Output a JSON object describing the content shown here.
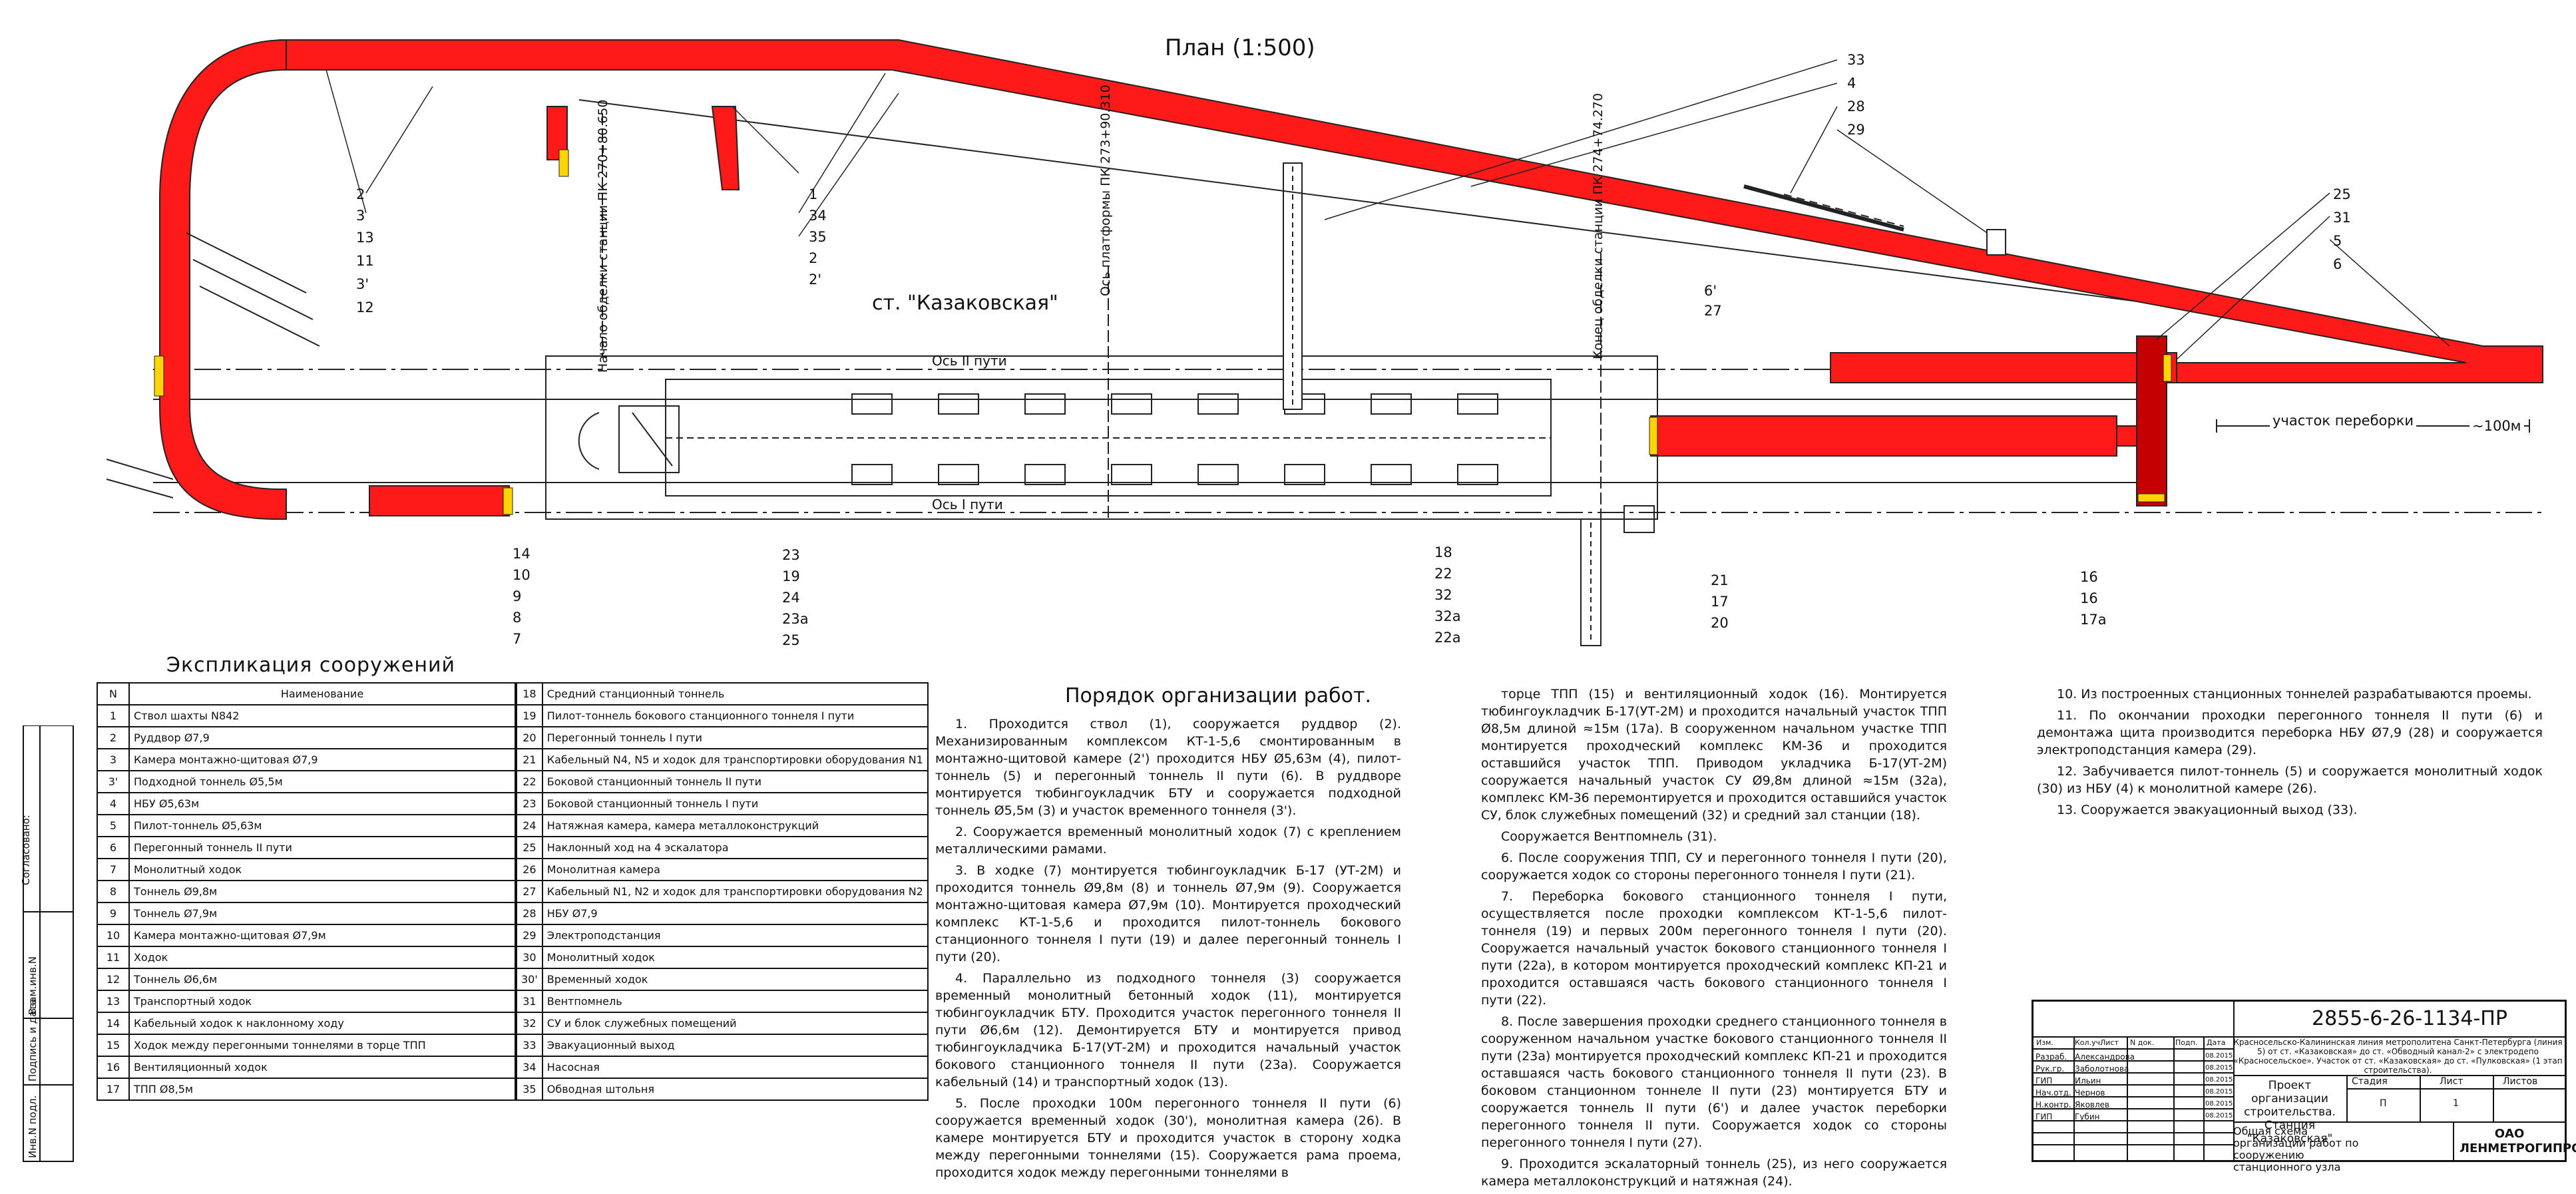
{
  "plan": {
    "title": "План (1:500)",
    "station": "ст. \"Казаковская\"",
    "axis_track_2": "Ось II пути",
    "axis_track_1": "Ось I пути",
    "station_start": "Начало обделки станции ПК 270+80.650",
    "platform_axis": "Ось платформы ПК 273+90.310",
    "station_end": "Конец обделки станции ПК 274+74.270",
    "sorting_section": "участок переборки",
    "sorting_length": "~100м",
    "callouts_top_right": [
      "33",
      "4",
      "28",
      "29"
    ],
    "callouts_right": [
      "25",
      "31",
      "5",
      "6"
    ],
    "callouts_left": [
      "13",
      "11",
      "3'",
      "12"
    ],
    "callouts_left_mid": [
      "2",
      "3"
    ],
    "callouts_upper_mid": [
      "1",
      "34",
      "35",
      "2",
      "2'"
    ],
    "callouts_mid_right": [
      "6'",
      "27"
    ],
    "callouts_left_bottom": [
      "14",
      "10",
      "9",
      "8",
      "7"
    ],
    "callouts_center_bottom": [
      "23",
      "19",
      "24",
      "23a",
      "25"
    ],
    "callouts_center_right_bottom": [
      "18",
      "22",
      "32",
      "32a",
      "22a"
    ],
    "callouts_right_bottom": [
      "21",
      "17",
      "20"
    ],
    "callouts_far_right_bottom": [
      "16",
      "16",
      "17a"
    ]
  },
  "legend": {
    "title": "Экспликация сооружений",
    "col_n": "N",
    "col_name": "Наименование",
    "rows_left": [
      [
        "1",
        "Ствол шахты N842"
      ],
      [
        "2",
        "Руддвор Ø7,9"
      ],
      [
        "3",
        "Камера монтажно-щитовая Ø7,9"
      ],
      [
        "3'",
        "Подходной тоннель Ø5,5м"
      ],
      [
        "4",
        "НБУ Ø5,63м"
      ],
      [
        "5",
        "Пилот-тоннель Ø5,63м"
      ],
      [
        "6",
        "Перегонный тоннель II пути"
      ],
      [
        "7",
        "Монолитный ходок"
      ],
      [
        "8",
        "Тоннель Ø9,8м"
      ],
      [
        "9",
        "Тоннель Ø7,9м"
      ],
      [
        "10",
        "Камера монтажно-щитовая Ø7,9м"
      ],
      [
        "11",
        "Ходок"
      ],
      [
        "12",
        "Тоннель Ø6,6м"
      ],
      [
        "13",
        "Транспортный ходок"
      ],
      [
        "14",
        "Кабельный ходок к наклонному ходу"
      ],
      [
        "15",
        "Ходок между перегонными тоннелями в торце ТПП"
      ],
      [
        "16",
        "Вентиляционный ходок"
      ],
      [
        "17",
        "ТПП Ø8,5м"
      ]
    ],
    "rows_right": [
      [
        "18",
        "Средний станционный тоннель"
      ],
      [
        "19",
        "Пилот-тоннель бокового станционного тоннеля I пути"
      ],
      [
        "20",
        "Перегонный тоннель I пути"
      ],
      [
        "21",
        "Кабельный N4, N5 и ходок для транспортировки оборудования N1"
      ],
      [
        "22",
        "Боковой станционный тоннель II пути"
      ],
      [
        "23",
        "Боковой станционный тоннель I пути"
      ],
      [
        "24",
        "Натяжная камера, камера металлоконструкций"
      ],
      [
        "25",
        "Наклонный ход на 4 эскалатора"
      ],
      [
        "26",
        "Монолитная камера"
      ],
      [
        "27",
        "Кабельный N1, N2 и ходок для транспортировки оборудования N2"
      ],
      [
        "28",
        "НБУ Ø7,9"
      ],
      [
        "29",
        "Электроподстанция"
      ],
      [
        "30",
        "Монолитный ходок"
      ],
      [
        "30'",
        "Временный ходок"
      ],
      [
        "31",
        "Вентпомнель"
      ],
      [
        "32",
        "СУ и блок служебных помещений"
      ],
      [
        "33",
        "Эвакуационный выход"
      ],
      [
        "34",
        "Насосная"
      ],
      [
        "35",
        "Обводная штольня"
      ]
    ]
  },
  "works": {
    "title": "Порядок организации работ.",
    "col1": [
      "1. Проходится ствол (1), сооружается руддвор (2). Механизированным комплексом КТ-1-5,6 смонтированным в монтажно-щитовой камере (2') проходится НБУ Ø5,63м (4), пилот-тоннель (5) и перегонный тоннель II пути (6). В руддворе монтируется тюбингоукладчик БТУ и сооружается подходной тоннель Ø5,5м (3) и участок временного тоннеля (3').",
      "2. Сооружается временный монолитный ходок (7) с креплением металлическими рамами.",
      "3. В ходке (7) монтируется тюбингоукладчик Б-17 (УТ-2М) и проходится тоннель Ø9,8м (8) и тоннель Ø7,9м (9). Сооружается монтажно-щитовая камера Ø7,9м (10). Монтируется проходческий комплекс КТ-1-5,6 и проходится пилот-тоннель бокового станционного тоннеля I пути (19) и далее перегонный тоннель I пути (20).",
      "4. Параллельно из подходного тоннеля (3) сооружается временный монолитный бетонный ходок (11), монтируется тюбингоукладчик БТУ. Проходится участок перегонного тоннеля II пути Ø6,6м (12). Демонтируется БТУ и монтируется привод тюбингоукладчика Б-17(УТ-2М) и проходится начальный участок бокового станционного тоннеля II пути (23а). Сооружается кабельный (14) и транспортный ходок (13).",
      "5. После проходки 100м перегонного тоннеля II пути (6) сооружается временный ходок (30'), монолитная камера (26). В камере монтируется БТУ и проходится участок в сторону ходка между перегонными тоннелями (15). Сооружается рама проема, проходится ходок между перегонными тоннелями в"
    ],
    "col2": [
      "торце ТПП (15) и вентиляционный ходок (16). Монтируется тюбингоукладчик Б-17(УТ-2М) и проходится начальный участок ТПП Ø8,5м длиной ≈15м (17а). В сооруженном начальном участке ТПП монтируется проходческий комплекс КМ-36 и проходится оставшийся участок ТПП. Приводом укладчика Б-17(УТ-2М) сооружается начальный участок СУ Ø9,8м длиной ≈15м (32а), комплекс КМ-36 перемонтируется и проходится оставшийся участок СУ, блок служебных помещений (32) и средний зал станции (18).",
      "Сооружается Вентпомнель (31).",
      "6. После сооружения ТПП, СУ и перегонного тоннеля I пути (20), сооружается ходок со стороны перегонного тоннеля I пути (21).",
      "7. Переборка бокового станционного тоннеля I пути, осуществляется после проходки комплексом КТ-1-5,6 пилот-тоннеля (19) и первых 200м перегонного тоннеля I пути (20). Сооружается начальный участок бокового станционного тоннеля I пути (22а), в котором монтируется проходческий комплекс КП-21 и проходится оставшаяся часть бокового станционного тоннеля I пути (22).",
      "8. После завершения проходки среднего станционного тоннеля в сооруженном начальном участке бокового станционного тоннеля II пути (23а) монтируется проходческий комплекс КП-21 и проходится оставшаяся часть бокового станционного тоннеля II пути (23). В боковом станционном тоннеле II пути (23) монтируется БТУ и сооружается тоннель II пути (6') и далее участок переборки перегонного тоннеля II пути. Сооружается ходок со стороны перегонного тоннеля I пути (27).",
      "9. Проходится эскалаторный тоннель (25), из него сооружается камера металлоконструкций и натяжная (24)."
    ],
    "col3": [
      "10. Из построенных станционных тоннелей разрабатываются проемы.",
      "11. По окончании проходки перегонного тоннеля II пути (6) и демонтажа щита производится переборка НБУ Ø7,9 (28) и сооружается электроподстанция камера (29).",
      "12. Забучивается пилот-тоннель (5) и сооружается монолитный ходок (30) из НБУ (4) к монолитной камере (26).",
      "13. Сооружается эвакуационный выход (33)."
    ]
  },
  "stamp": {
    "code": "2855-6-26-1134-ПР",
    "description": "Красносельско-Калининская линия метрополитена Санкт-Петербурга (линия 5) от ст. «Казаковская» до ст. «Обводный канал-2» с электродепо «Красносельское». Участок от ст. «Казаковская» до ст. «Пулковская» (1 этап строительства).",
    "project": "Проект организации строительства. Станция \"Казаковская\"",
    "sheet_title": "Общая схема организации работ по сооружению станционного узла",
    "org": "ОАО ЛЕНМЕТРОГИПРОТРАНС",
    "stage_header": "Стадия",
    "sheet_header": "Лист",
    "sheets_header": "Листов",
    "stage": "П",
    "sheet": "1",
    "header_cells": [
      "Изм.",
      "Кол.уч.",
      "Лист",
      "N док.",
      "Подп.",
      "Дата"
    ],
    "roles": [
      "Разраб.",
      "Рук.гр.",
      "ГИП",
      "Нач.отд.",
      "Н.контр.",
      "ГИП"
    ],
    "names": [
      "Александрова",
      "Заболотнова",
      "Ильин",
      "Чернов",
      "Яковлев",
      "Губин"
    ],
    "dates": [
      "08.2015",
      "08.2015",
      "08.2015",
      "08.2015",
      "08.2015",
      "08.2015"
    ]
  },
  "margin": {
    "agreed": "Согласовано:",
    "inv_no": "Взам.инв.N",
    "sign_date": "Подпись и дата",
    "inv_orig": "Инв.N подл."
  }
}
